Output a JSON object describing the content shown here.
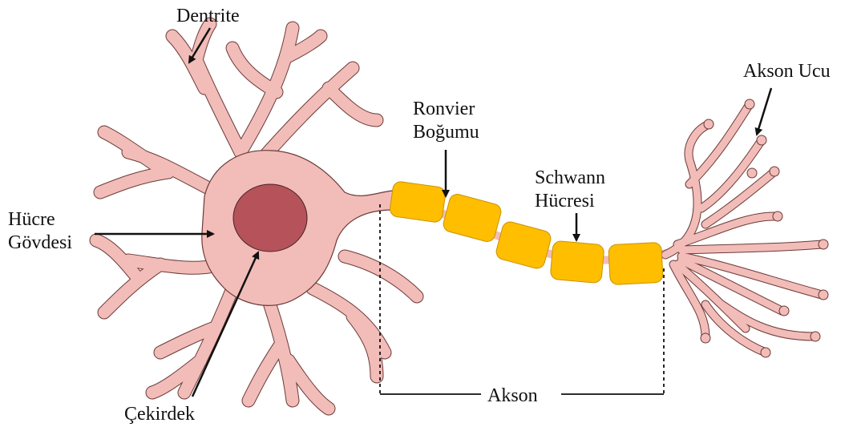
{
  "labels": {
    "dentrite": "Dentrite",
    "hucre_govdesi_1": "Hücre",
    "hucre_govdesi_2": "Gövdesi",
    "cekirdek": "Çekirdek",
    "ronvier_1": "Ronvier",
    "ronvier_2": "Boğumu",
    "schwann_1": "Schwann",
    "schwann_2": "Hücresi",
    "akson_ucu": "Akson Ucu",
    "akson": "Akson"
  },
  "colors": {
    "cell_body": "#f2bcb8",
    "outline": "#6a3a36",
    "nucleus": "#b5525a",
    "myelin": "#ffbe00",
    "myelin_edge": "#c99300",
    "text": "#111111"
  }
}
